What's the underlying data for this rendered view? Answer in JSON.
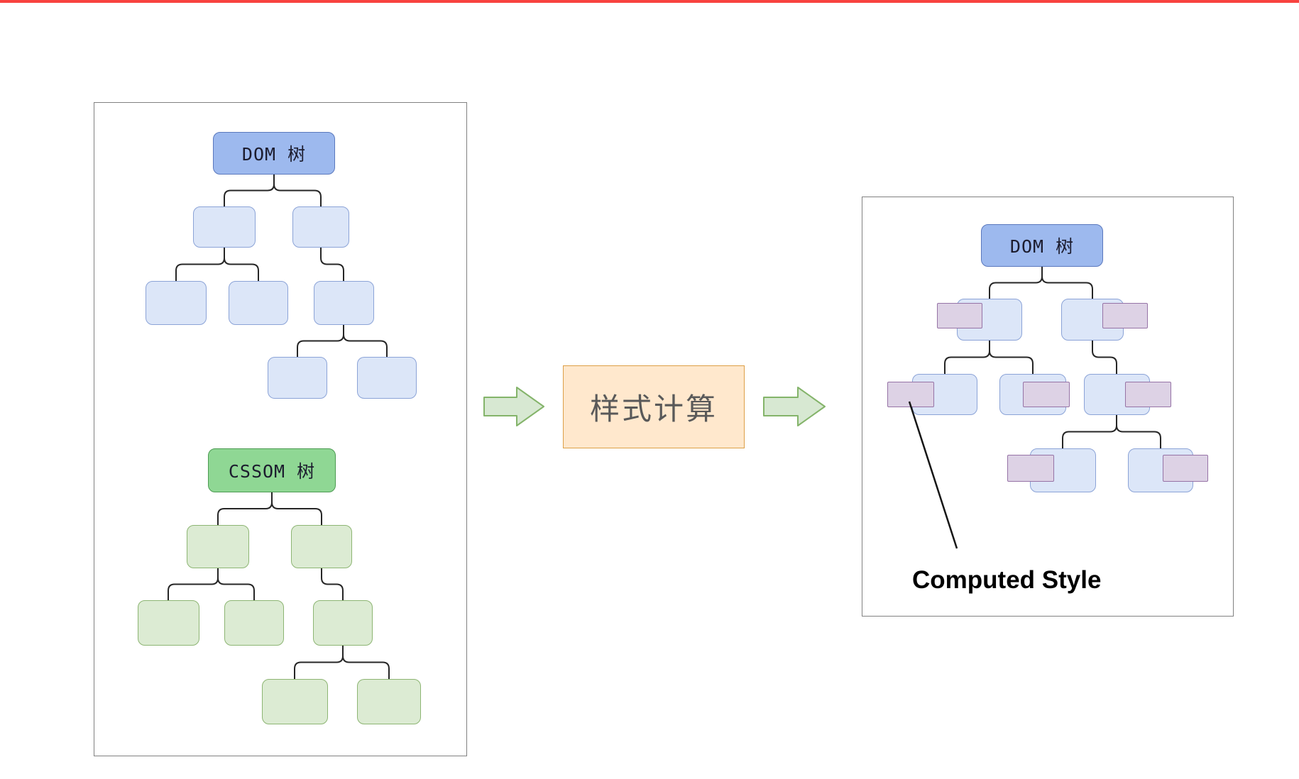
{
  "page": {
    "background": "#ffffff"
  },
  "left_panel": {
    "dom_tree_root_label": "DOM 树",
    "cssom_tree_root_label": "CSSOM 树"
  },
  "process": {
    "label": "样式计算"
  },
  "right_panel": {
    "dom_tree_root_label": "DOM 树",
    "annotation": "Computed Style"
  },
  "colors": {
    "top_bar": "#f8423f",
    "dom_root_fill": "#9db9ee",
    "dom_root_stroke": "#5a78bd",
    "dom_node_fill": "#dce6f8",
    "dom_node_stroke": "#8ba3d7",
    "cssom_root_fill": "#8fd794",
    "cssom_root_stroke": "#4c9a52",
    "cssom_node_fill": "#dcebd3",
    "cssom_node_stroke": "#8db573",
    "process_fill": "#ffe8cd",
    "process_stroke": "#dd9f47",
    "arrow_fill": "#d7e8d2",
    "arrow_stroke": "#84b46a",
    "style_chip_fill": "#ddd2e5",
    "style_chip_stroke": "#9673a6",
    "connector": "#262626"
  }
}
